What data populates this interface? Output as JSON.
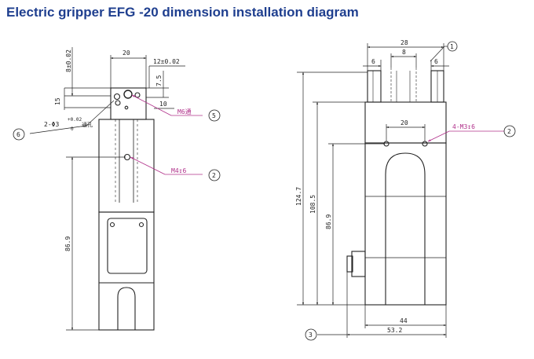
{
  "title": "Electric gripper EFG -20 dimension installation diagram",
  "left_view": {
    "dims": {
      "top_width": "20",
      "top_offset": "12±0.02",
      "left_8": "8±0.02",
      "left_15": "15",
      "right_7_5": "7.5",
      "right_10": "10",
      "height": "86.9"
    },
    "hole_main": "2-Φ3",
    "hole_tol_upper": "+0.02",
    "hole_tol_lower": "0",
    "hole_suffix": "通孔",
    "callouts": {
      "m6": "M6通",
      "m4": "M4↧6"
    }
  },
  "right_view": {
    "dims": {
      "top_28": "28",
      "top_8": "8",
      "top_6_left": "6",
      "top_6_right": "6",
      "mid_20": "20",
      "h_124": "124.7",
      "h_108": "108.5",
      "h_86": "86.9",
      "w_44": "44",
      "w_53": "53.2"
    },
    "callouts": {
      "m3": "4-M3↧6"
    }
  },
  "circle_labels": {
    "c1": "1",
    "c2a": "2",
    "c2b": "2",
    "c3": "3",
    "c5": "5",
    "c6": "6"
  },
  "colors": {
    "title": "#1f3f8f",
    "line": "#222222",
    "callout": "#b0308a"
  }
}
